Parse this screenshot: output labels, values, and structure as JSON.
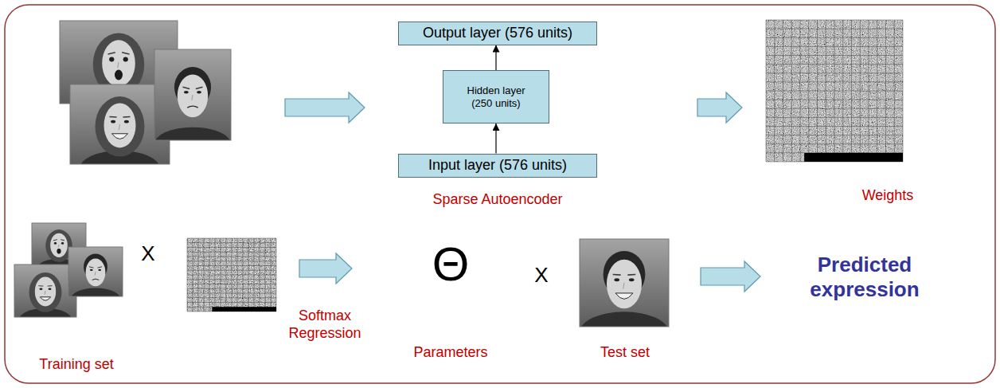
{
  "diagram": {
    "nodes": [
      {
        "text": [
          "Output layer (576 units)"
        ]
      },
      {
        "text": [
          "Hidden layer (250 units)"
        ]
      },
      {
        "text": [
          "Input layer (576 units)"
        ]
      }
    ],
    "edges": [
      {
        "from": 2,
        "to": 1,
        "arrow": "to"
      },
      {
        "from": 1,
        "to": 0,
        "arrow": "to"
      }
    ],
    "labels": [
      "Sparse Autoencoder",
      "Weights",
      "X",
      "Training set",
      "Softmax Regression",
      "Θ",
      "Parameters",
      "X",
      "Test set",
      "Predicted expression"
    ]
  }
}
